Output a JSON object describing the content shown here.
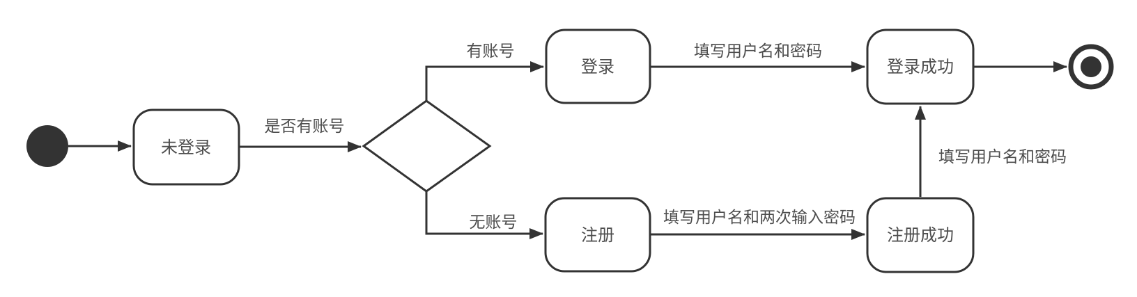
{
  "diagram": {
    "type": "uml-activity-diagram",
    "background_color": "#ffffff",
    "stroke_color": "#333333",
    "text_color": "#4d4d4d",
    "nodes": {
      "start": {
        "kind": "initial-node",
        "label": ""
      },
      "not_logged_in": {
        "kind": "activity",
        "label": "未登录"
      },
      "has_account_decision": {
        "kind": "decision",
        "label": ""
      },
      "login": {
        "kind": "activity",
        "label": "登录"
      },
      "login_success": {
        "kind": "activity",
        "label": "登录成功"
      },
      "register": {
        "kind": "activity",
        "label": "注册"
      },
      "register_success": {
        "kind": "activity",
        "label": "注册成功"
      },
      "end": {
        "kind": "final-node",
        "label": ""
      }
    },
    "edges": {
      "not_logged_in_to_decision": "是否有账号",
      "decision_to_login": "有账号",
      "login_to_login_success": "填写用户名和密码",
      "decision_to_register": "无账号",
      "register_to_register_success": "填写用户名和两次输入密码",
      "register_success_to_login_success": "填写用户名和密码"
    }
  }
}
